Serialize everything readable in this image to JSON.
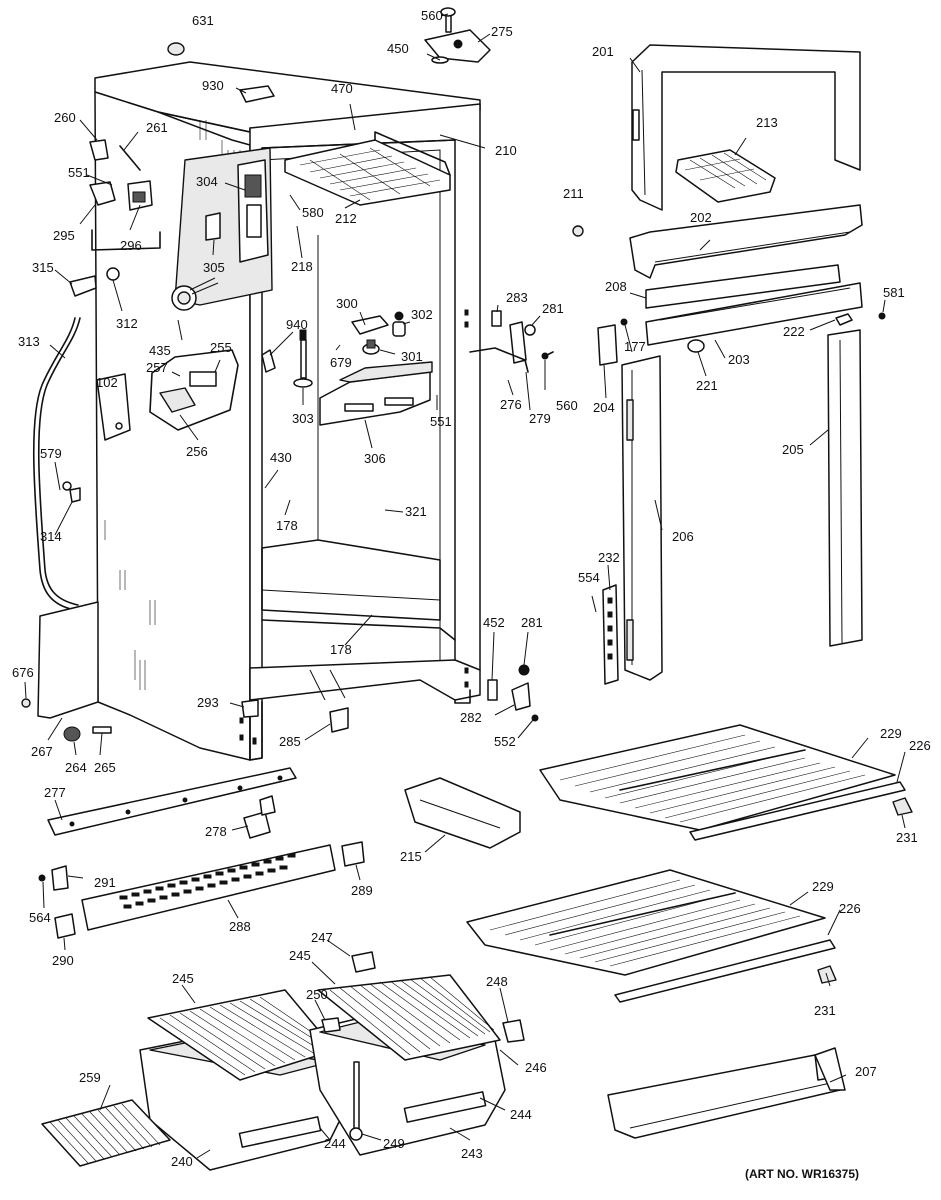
{
  "diagram": {
    "art_number": "(ART NO. WR16375)",
    "callouts": {
      "c631": "631",
      "c560a": "560",
      "c275": "275",
      "c450": "450",
      "c201": "201",
      "c930": "930",
      "c470": "470",
      "c260": "260",
      "c261": "261",
      "c213": "213",
      "c210": "210",
      "c551a": "551",
      "c304": "304",
      "c211": "211",
      "c295": "295",
      "c296": "296",
      "c580": "580",
      "c212": "212",
      "c202": "202",
      "c305": "305",
      "c218": "218",
      "c315": "315",
      "c312": "312",
      "c283": "283",
      "c281a": "281",
      "c208": "208",
      "c581": "581",
      "c300": "300",
      "c302": "302",
      "c940": "940",
      "c222": "222",
      "c313": "313",
      "c435": "435",
      "c255": "255",
      "c679": "679",
      "c301": "301",
      "c177": "177",
      "c203": "203",
      "c257": "257",
      "c560b": "560",
      "c221": "221",
      "c102": "102",
      "c276": "276",
      "c204": "204",
      "c303": "303",
      "c551b": "551",
      "c279": "279",
      "c306": "306",
      "c256": "256",
      "c205": "205",
      "c430": "430",
      "c579": "579",
      "c321": "321",
      "c178a": "178",
      "c206": "206",
      "c314": "314",
      "c232": "232",
      "c554": "554",
      "c452": "452",
      "c281b": "281",
      "c178b": "178",
      "c676": "676",
      "c293": "293",
      "c285": "285",
      "c282": "282",
      "c552": "552",
      "c267": "267",
      "c264": "264",
      "c265": "265",
      "c229a": "229",
      "c226a": "226",
      "c277": "277",
      "c231a": "231",
      "c278": "278",
      "c215": "215",
      "c291": "291",
      "c289": "289",
      "c564": "564",
      "c288": "288",
      "c229b": "229",
      "c226b": "226",
      "c290": "290",
      "c247": "247",
      "c245a": "245",
      "c245b": "245",
      "c248": "248",
      "c231b": "231",
      "c250": "250",
      "c259": "259",
      "c246": "246",
      "c207": "207",
      "c244a": "244",
      "c244b": "244",
      "c240": "240",
      "c249": "249",
      "c243": "243"
    }
  }
}
